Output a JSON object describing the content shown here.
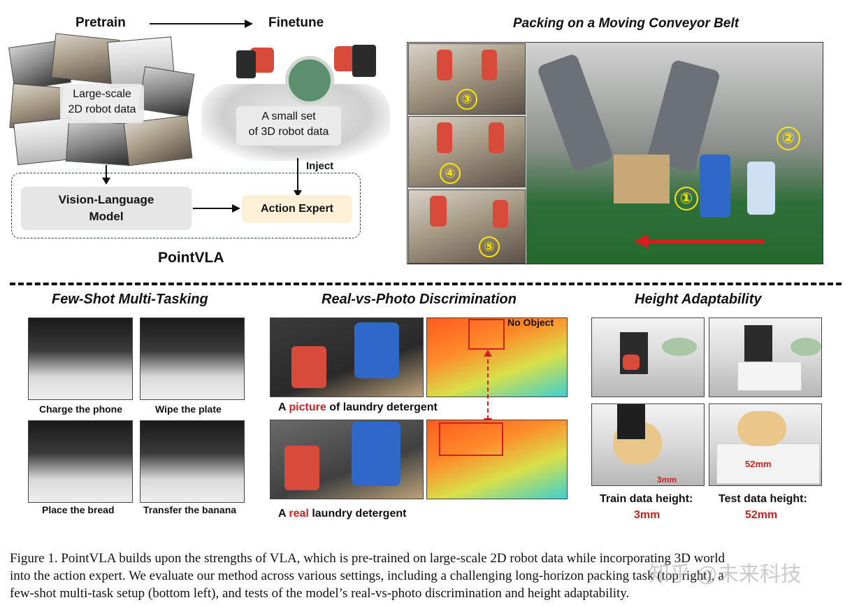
{
  "top_left": {
    "pretrain_label": "Pretrain",
    "finetune_label": "Finetune",
    "large_scale_line1": "Large-scale",
    "large_scale_line2": "2D robot data",
    "small_set_line1": "A small set",
    "small_set_line2": "of 3D robot data",
    "inject_label": "Inject",
    "vlm_line1": "Vision-Language",
    "vlm_line2": "Model",
    "action_expert": "Action Expert",
    "pointvla": "PointVLA"
  },
  "top_right": {
    "title": "Packing on a Moving Conveyor Belt",
    "steps": [
      "①",
      "②",
      "③",
      "④",
      "⑤"
    ]
  },
  "few_shot": {
    "title": "Few-Shot Multi-Tasking",
    "tasks": [
      "Charge the phone",
      "Wipe the plate",
      "Place the bread",
      "Transfer the banana"
    ]
  },
  "real_vs_photo": {
    "title": "Real-vs-Photo Discrimination",
    "no_object": "No Object",
    "photo_caption_a": "A ",
    "photo_caption_red": "picture",
    "photo_caption_b": " of laundry detergent",
    "real_caption_a": "A ",
    "real_caption_red": "real",
    "real_caption_b": " laundry detergent"
  },
  "height": {
    "title": "Height Adaptability",
    "train_label": "Train data height:",
    "train_value": "3mm",
    "test_label": "Test data height:",
    "test_value": "52mm",
    "small_3mm": "3mm",
    "small_52mm": "52mm"
  },
  "caption": {
    "line1": "Figure 1.  PointVLA builds upon the strengths of VLA, which is pre-trained on large-scale 2D robot data while incorporating 3D world",
    "line2": "into the action expert.  We evaluate our method across various settings, including a challenging long-horizon packing task (top right), a",
    "line3": "few-shot multi-task setup (bottom left), and tests of the model’s real-vs-photo discrimination and height adaptability.",
    "watermark": "知乎 @未来科技"
  },
  "colors": {
    "accent_red": "#d31f1f",
    "arrow_yellow": "#ffe600",
    "vlm_box": "#e6e6e6",
    "expert_box": "#fdf0d6"
  }
}
